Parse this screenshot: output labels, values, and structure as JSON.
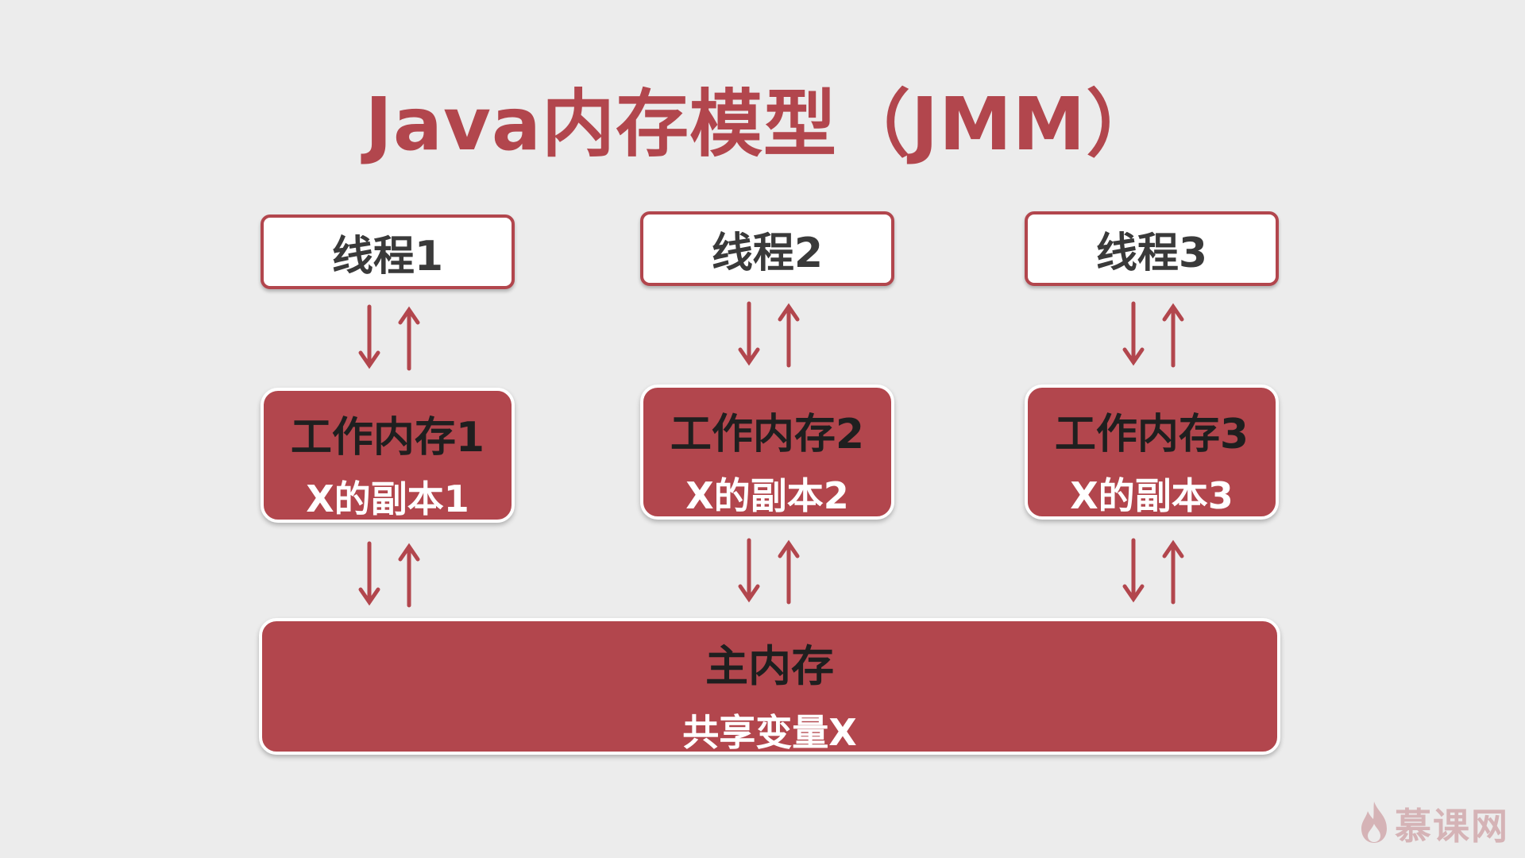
{
  "title": "Java内存模型（JMM）",
  "threads": [
    {
      "label": "线程1"
    },
    {
      "label": "线程2"
    },
    {
      "label": "线程3"
    }
  ],
  "working_memories": [
    {
      "title": "工作内存1",
      "copy": "X的副本1"
    },
    {
      "title": "工作内存2",
      "copy": "X的副本2"
    },
    {
      "title": "工作内存3",
      "copy": "X的副本3"
    }
  ],
  "main_memory": {
    "title": "主内存",
    "shared_variable": "共享变量X"
  },
  "logo": {
    "text": "慕课网",
    "icon": "flame-icon"
  },
  "colors": {
    "accent": "#b2464d",
    "background": "#ececec",
    "box_text_dark": "#1f1f1f",
    "box_text_light": "#ffffff"
  }
}
